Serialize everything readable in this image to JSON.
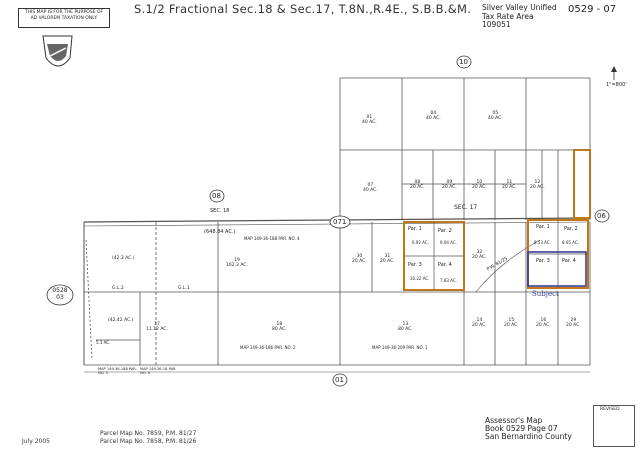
{
  "header": {
    "disclaimer": "THIS MAP IS FOR THE PURPOSE OF AD VALOREM TAXATION ONLY.",
    "title": "S.1/2 Fractional Sec.18 & Sec.17, T.8N.,R.4E., S.B.B.&M.",
    "district_line1": "Silver Valley Unified",
    "district_line2": "Tax Rate Area",
    "district_line3": "109051",
    "page_number": "0529 - 07"
  },
  "map": {
    "road_labels": {
      "top": "10",
      "right": "06",
      "bottom": "01",
      "left_top": "08",
      "section_marker": "071",
      "left_neighbor": "0528 03"
    },
    "section_labels": [
      {
        "label": "SEC. 18",
        "area": "(648.84 AC.)"
      },
      {
        "label": "SEC. 17"
      }
    ],
    "map_references": [
      "MAP 149-36-188 PAR. NO. 4",
      "MAP 149-36-186 PAR. NO. 2",
      "MAP 149-36-209 PAR. NO. 1",
      "MAP 149-36-188 PAR. NO. 5",
      "MAP 149-36-18 PAR. NO. 4"
    ],
    "parcels": [
      {
        "num": "01",
        "acres": "40 AC."
      },
      {
        "num": "04",
        "acres": "40 AC."
      },
      {
        "num": "05",
        "acres": "40 AC."
      },
      {
        "num": "07",
        "acres": "40 AC."
      },
      {
        "num": "08",
        "acres": "20 AC."
      },
      {
        "num": "09",
        "acres": "20 AC."
      },
      {
        "num": "10",
        "acres": "20 AC."
      },
      {
        "num": "11",
        "acres": "20 AC."
      },
      {
        "num": "12",
        "acres": "20 AC."
      },
      {
        "num": "19",
        "acres": "162.3 AC."
      },
      {
        "num": "18",
        "acres": "80 AC."
      },
      {
        "num": "13",
        "acres": "80 AC."
      },
      {
        "num": "14",
        "acres": "20 AC."
      },
      {
        "num": "15",
        "acres": "20 AC."
      },
      {
        "num": "16",
        "acres": "20 AC."
      },
      {
        "num": "17",
        "acres": "11.12 AC."
      },
      {
        "num": "29",
        "acres": "20 AC."
      },
      {
        "num": "30",
        "acres": "20 AC."
      },
      {
        "num": "31",
        "acres": "20 AC."
      },
      {
        "num": "32",
        "acres": "20 AC."
      }
    ],
    "lot_labels": [
      "(42.3 AC.)",
      "G.L.2",
      "G.L.1",
      "(42.42 AC.)",
      "5.3 AC."
    ],
    "highlight_parcels": [
      "Par. 1",
      "Par. 2",
      "Par. 3",
      "Par. 4",
      "Par. 1",
      "Par. 2",
      "Par. 3",
      "Par. 4"
    ],
    "highlight_acres": [
      "6.92 AC.",
      "9.04 AC.",
      "10.22 AC.",
      "7.83 AC.",
      "8.53 AC.",
      "8.65 AC."
    ],
    "subject_label": "Subject",
    "street_label": "P.W. 81/25",
    "scale": "1\"=800'"
  },
  "footer": {
    "date": "July 2005",
    "parcel_map_1": "Parcel Map No. 7859, P.M. 81/27",
    "parcel_map_2": "Parcel Map No. 7858, P.M. 81/26",
    "assessor_title": "Assessor's Map",
    "book_page": "Book 0529 Page 07",
    "county": "San Bernardino County",
    "revised": "REVISED"
  },
  "colors": {
    "linework": "#555555",
    "highlight_orange": "#c07818",
    "subject_blue": "#3a3a9a"
  }
}
